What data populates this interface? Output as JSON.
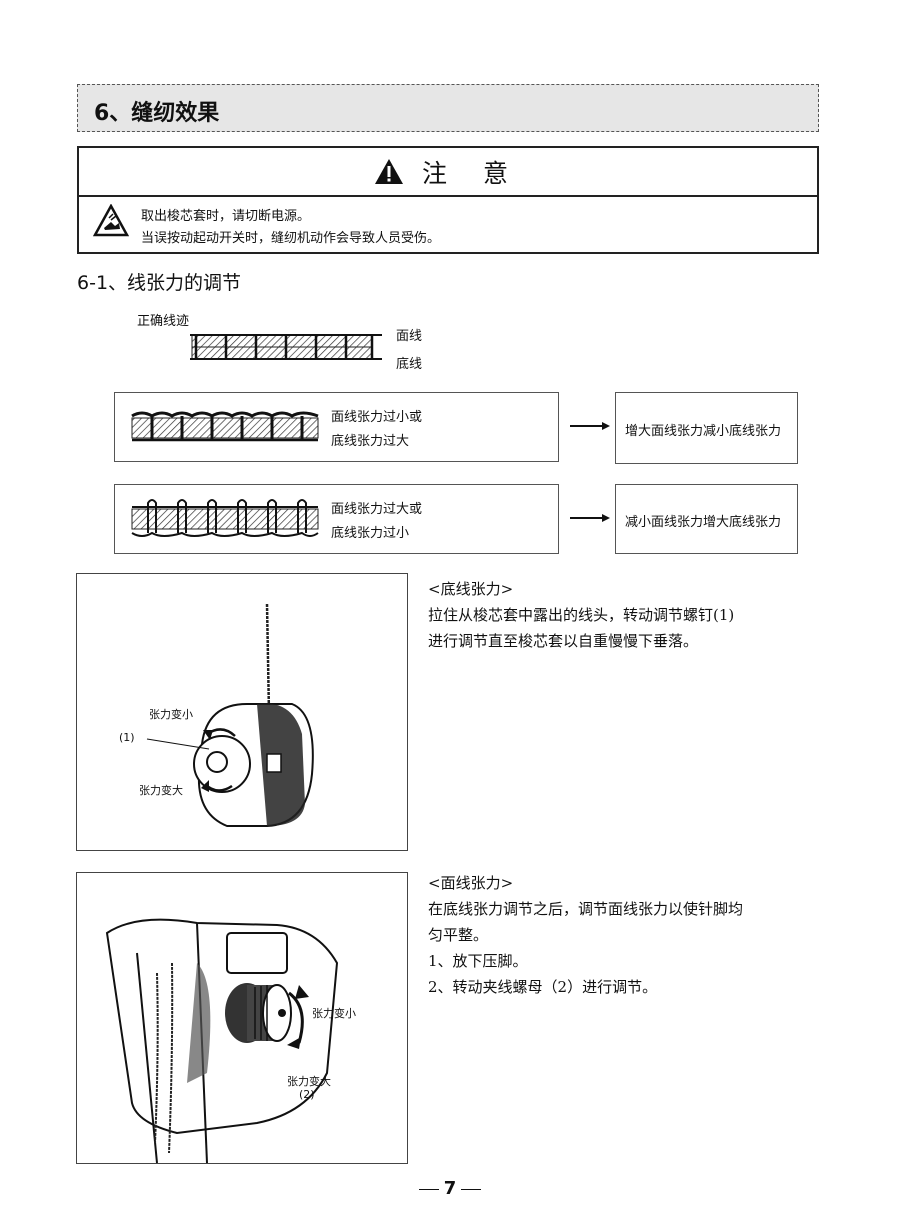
{
  "section": {
    "title": "6、缝纫效果"
  },
  "notice": {
    "header": "注 意",
    "lines": [
      "取出梭芯套时，请切断电源。",
      "当误按动起动开关时，缝纫机动作会导致人员受伤。"
    ]
  },
  "subsection": {
    "title": "6-1、线张力的调节"
  },
  "correct": {
    "label": "正确线迹",
    "upper": "面线",
    "lower": "底线"
  },
  "case1": {
    "line1": "面线张力过小或",
    "line2": "底线张力过大",
    "action": "增大面线张力减小底线张力"
  },
  "case2": {
    "line1": "面线张力过大或",
    "line2": "底线张力过小",
    "action": "减小面线张力增大底线张力"
  },
  "bobbin": {
    "heading": "<底线张力>",
    "text1": "拉住从梭芯套中露出的线头，转动调节螺钉(1)",
    "text2": "进行调节直至梭芯套以自重慢慢下垂落。",
    "fig_smaller": "张力变小",
    "fig_larger": "张力变大",
    "fig_ref": "(1)"
  },
  "needle": {
    "heading": "<面线张力>",
    "text1": "在底线张力调节之后，调节面线张力以使针脚均",
    "text2": "匀平整。",
    "step1": "1、放下压脚。",
    "step2": "2、转动夹线螺母（2）进行调节。",
    "fig_smaller": "张力变小",
    "fig_larger": "张力变大",
    "fig_ref": "(2)"
  },
  "page": {
    "number": "7"
  }
}
